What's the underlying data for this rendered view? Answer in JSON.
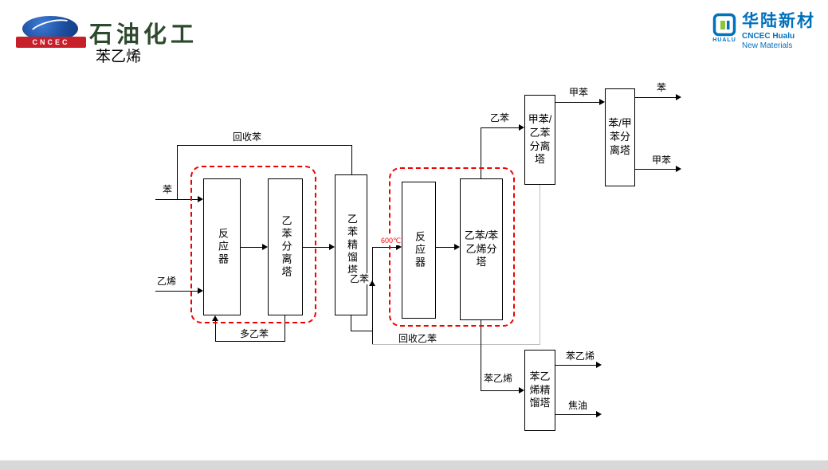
{
  "header": {
    "cncec_logo_text": "CNCEC",
    "brand_text": "石油化工",
    "slide_title": "苯乙烯"
  },
  "hualu": {
    "icon_caption": "HUALU",
    "brand_cn": "华陆新材",
    "brand_en_line1": "CNCEC Hualu",
    "brand_en_line2": "New Materials"
  },
  "diagram": {
    "boxes": {
      "reactor1": "反应器",
      "eb_separation_tower": "乙苯分离塔",
      "eb_distillation_tower": "乙苯精馏塔",
      "reactor2": "反应器",
      "eb_styrene_separation_tower": "乙苯/苯乙烯分塔",
      "toluene_eb_separation_tower": "甲苯/乙苯分离塔",
      "benzene_toluene_separation_tower": "苯/甲苯分离塔",
      "styrene_distillation_tower": "苯乙烯精馏塔"
    },
    "labels": {
      "benzene_feed": "苯",
      "ethylene_feed": "乙烯",
      "recycle_benzene": "回收苯",
      "poly_ethylbenzene": "多乙苯",
      "ethylbenzene_mid": "乙苯",
      "reactor2_temp": "600℃",
      "recycle_ethylbenzene": "回收乙苯",
      "ethylbenzene_top": "乙苯",
      "toluene_mid": "甲苯",
      "benzene_out": "苯",
      "toluene_out": "甲苯",
      "styrene_crude": "苯乙烯",
      "styrene_product": "苯乙烯",
      "tar": "焦油"
    },
    "colors": {
      "line": "#000000",
      "recycle_line": "#bdbdbd",
      "highlight_dashed": "#f00000",
      "temperature_text": "#ff0000"
    }
  }
}
